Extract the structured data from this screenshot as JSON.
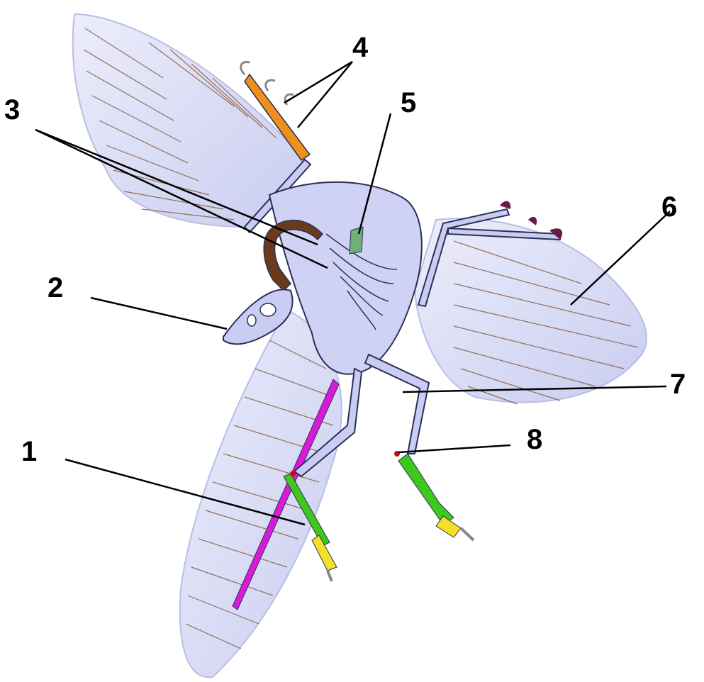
{
  "labels": {
    "n1": "1",
    "n2": "2",
    "n3": "3",
    "n4": "4",
    "n5": "5",
    "n6": "6",
    "n7": "7",
    "n8": "8"
  },
  "colors": {
    "background": "#ffffff",
    "feather_fill": "#d9dbf5",
    "feather_line": "#8a5a3a",
    "bone_outline": "#2c2f55",
    "neck": "#6b3a1a",
    "hand_claws": "#f0901c",
    "furcula": "#6fb07a",
    "wing_claws": "#6a1a4a",
    "tail": "#d91ad9",
    "tarsometatarsus": "#3ec81e",
    "toes": "#f2e02a",
    "ankle_joint": "#c81010",
    "leader_line": "#000000"
  }
}
